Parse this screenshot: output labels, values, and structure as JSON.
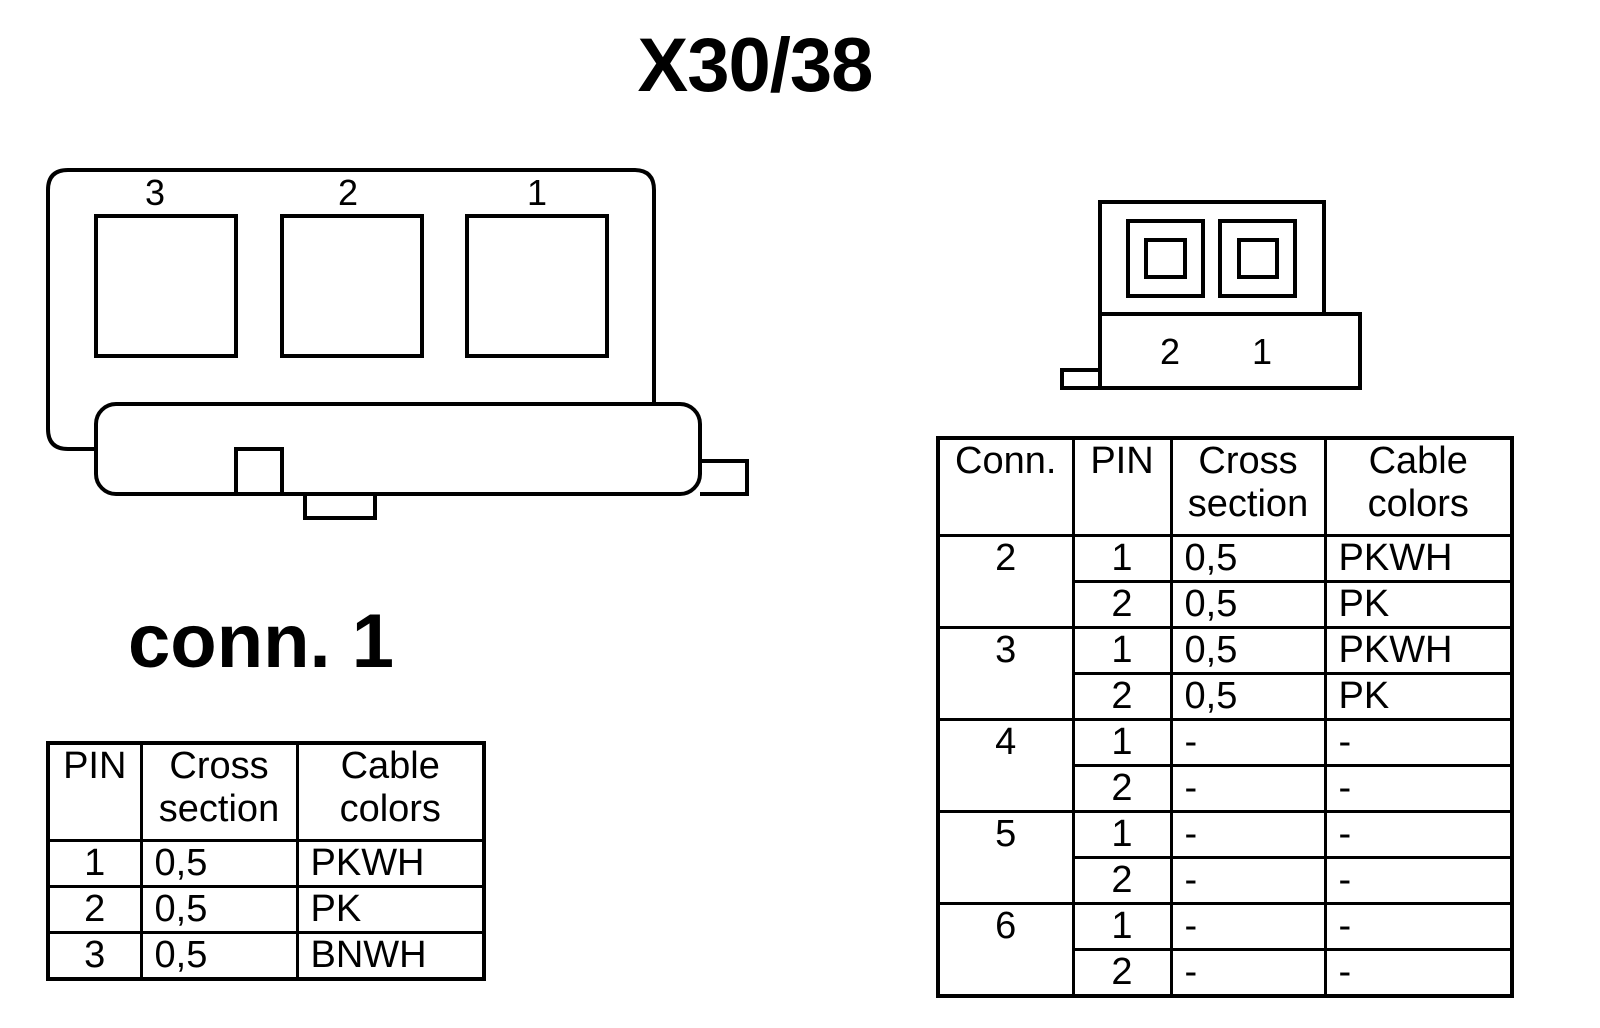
{
  "title": "X30/38",
  "connector1": {
    "label": "conn. 1",
    "pin_numbers": [
      "3",
      "2",
      "1"
    ],
    "table": {
      "headers": {
        "pin": "PIN",
        "cross_line1": "Cross",
        "cross_line2": "section",
        "colors_line1": "Cable",
        "colors_line2": "colors"
      },
      "rows": [
        {
          "pin": "1",
          "cross": "0,5",
          "color": "PKWH"
        },
        {
          "pin": "2",
          "cross": "0,5",
          "color": "PK"
        },
        {
          "pin": "3",
          "cross": "0,5",
          "color": "BNWH"
        }
      ]
    }
  },
  "connector2": {
    "pin_numbers": [
      "2",
      "1"
    ],
    "table": {
      "headers": {
        "conn": "Conn.",
        "pin": "PIN",
        "cross_line1": "Cross",
        "cross_line2": "section",
        "colors_line1": "Cable",
        "colors_line2": "colors"
      },
      "groups": [
        {
          "conn": "2",
          "rows": [
            {
              "pin": "1",
              "cross": "0,5",
              "color": "PKWH"
            },
            {
              "pin": "2",
              "cross": "0,5",
              "color": "PK"
            }
          ]
        },
        {
          "conn": "3",
          "rows": [
            {
              "pin": "1",
              "cross": "0,5",
              "color": "PKWH"
            },
            {
              "pin": "2",
              "cross": "0,5",
              "color": "PK"
            }
          ]
        },
        {
          "conn": "4",
          "rows": [
            {
              "pin": "1",
              "cross": "-",
              "color": "-"
            },
            {
              "pin": "2",
              "cross": "-",
              "color": "-"
            }
          ]
        },
        {
          "conn": "5",
          "rows": [
            {
              "pin": "1",
              "cross": "-",
              "color": "-"
            },
            {
              "pin": "2",
              "cross": "-",
              "color": "-"
            }
          ]
        },
        {
          "conn": "6",
          "rows": [
            {
              "pin": "1",
              "cross": "-",
              "color": "-"
            },
            {
              "pin": "2",
              "cross": "-",
              "color": "-"
            }
          ]
        }
      ]
    }
  }
}
